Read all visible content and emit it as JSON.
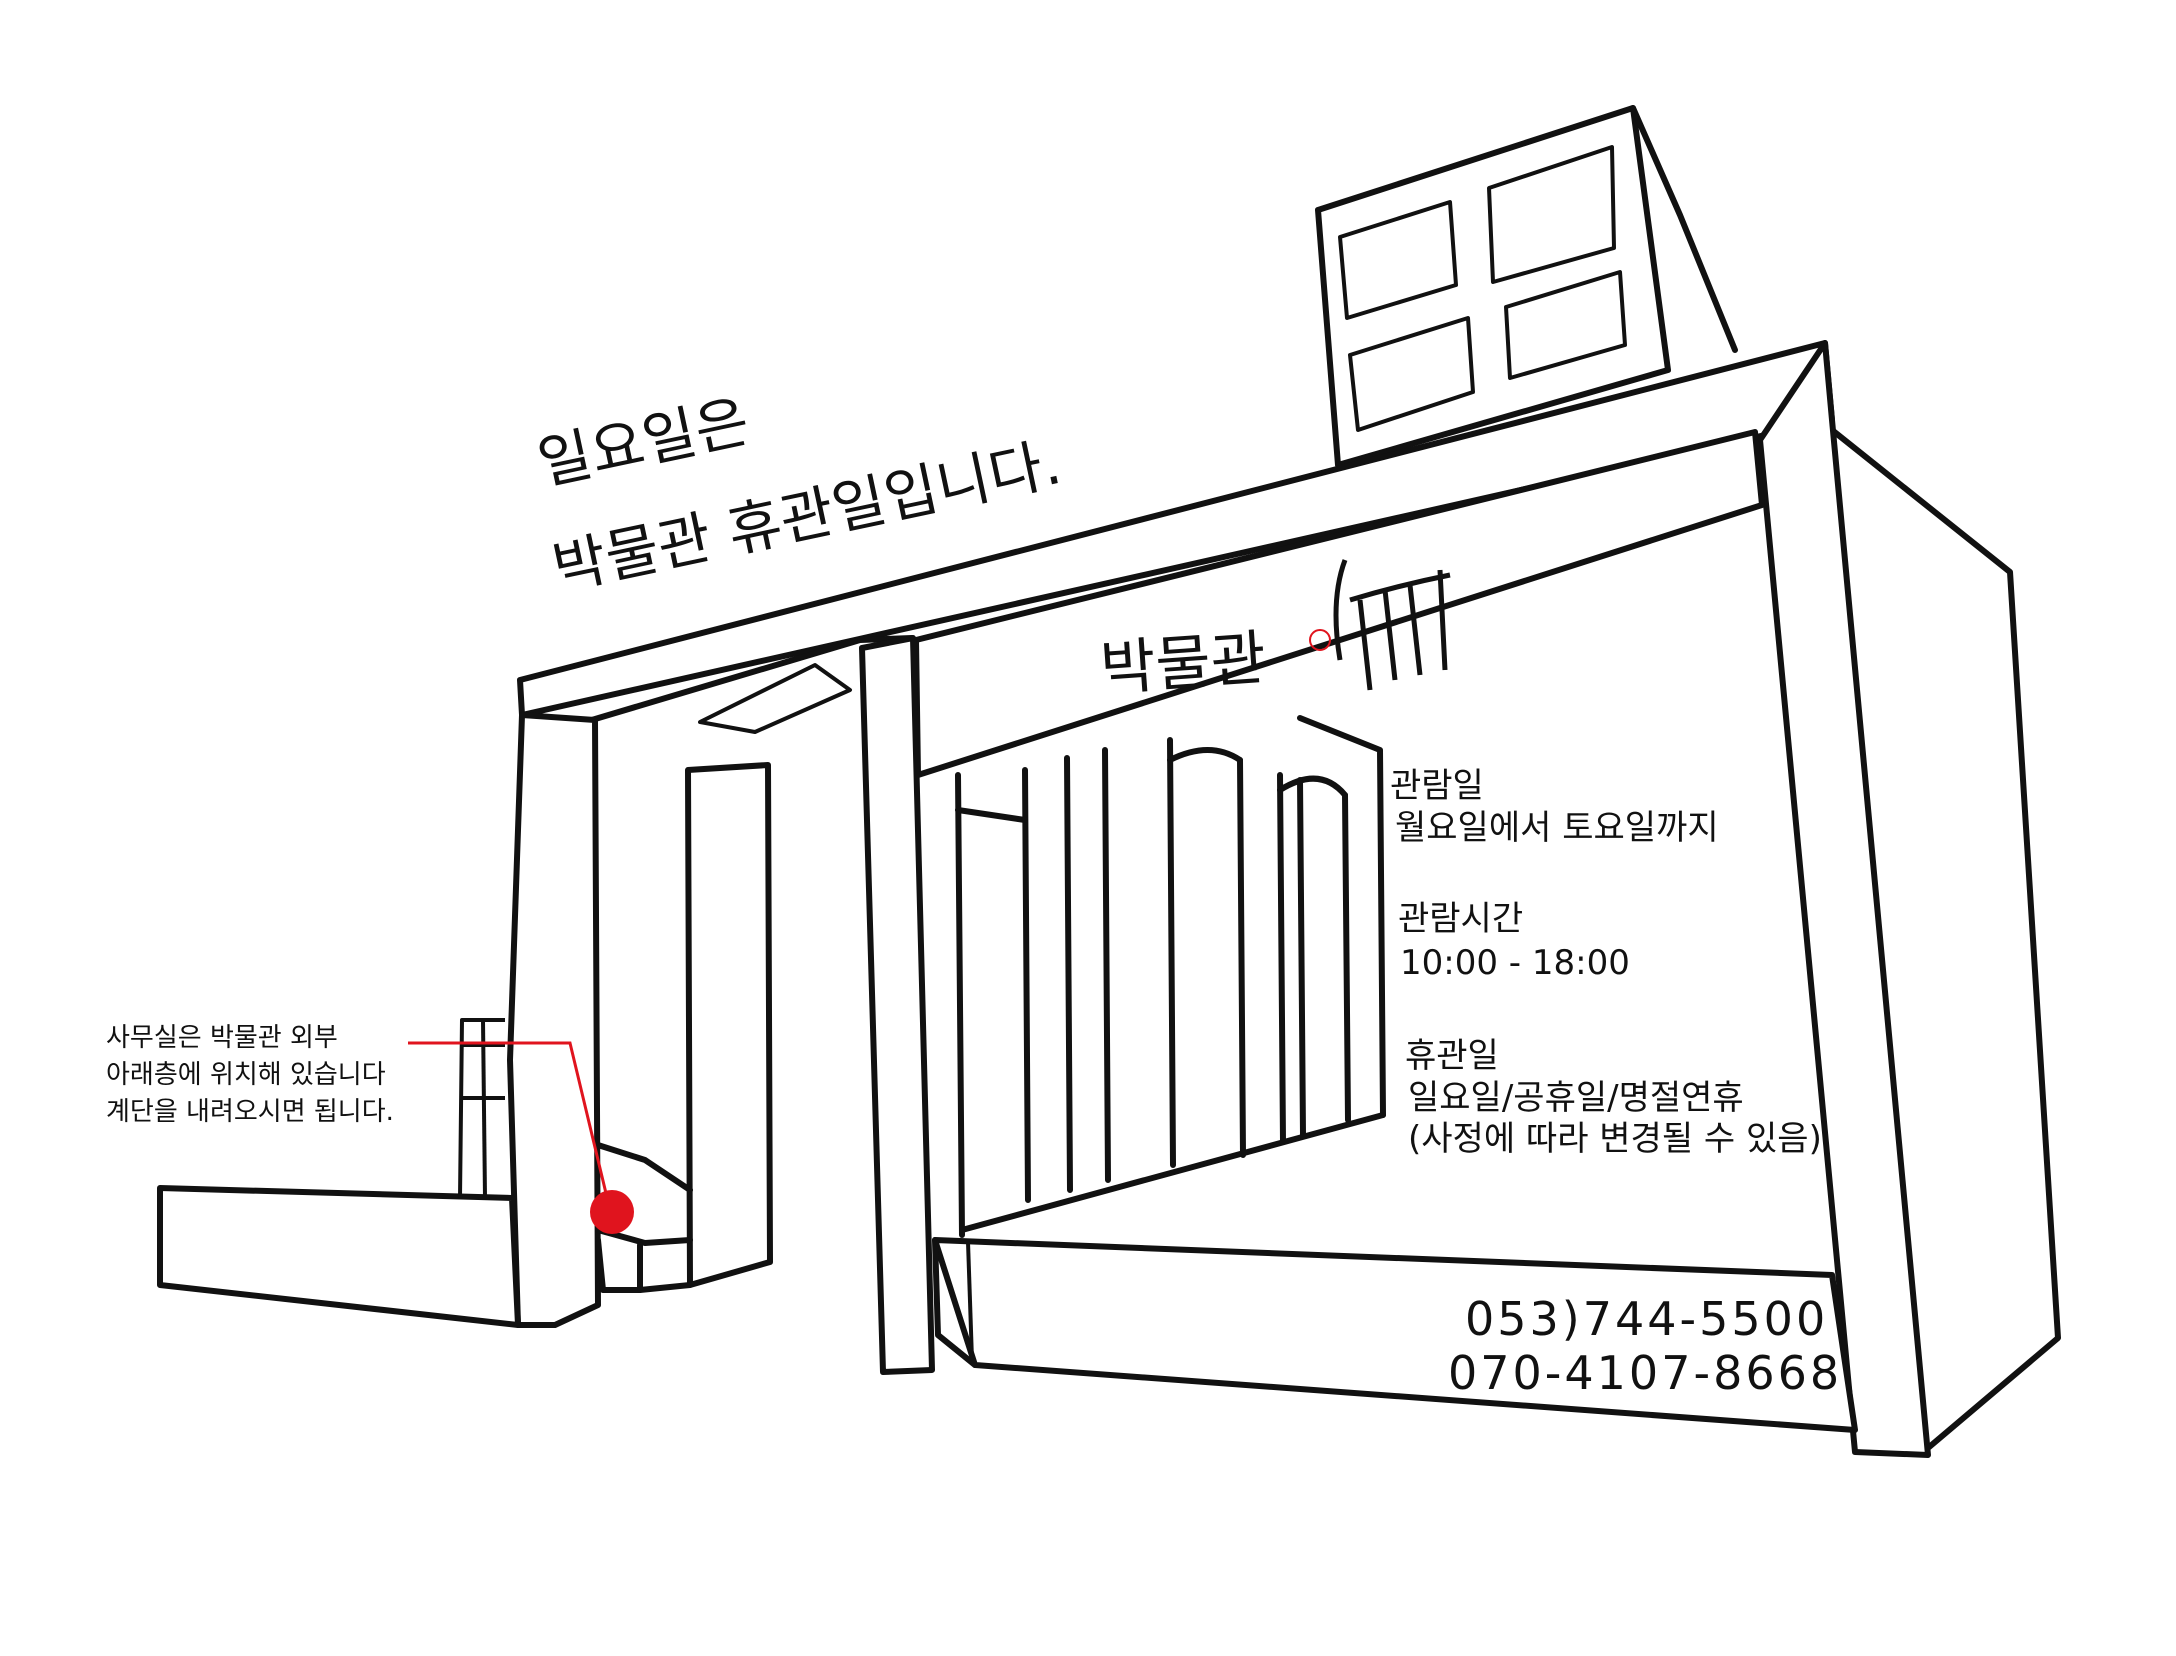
{
  "headline": {
    "line1": "일요일은",
    "line2": "박물관 휴관일입니다."
  },
  "sign": {
    "text": "박물관"
  },
  "hours": {
    "days_label": "관람일",
    "days_value": "월요일에서 토요일까지",
    "time_label": "관람시간",
    "time_value": "10:00 - 18:00",
    "closed_label": "휴관일",
    "closed_value": "일요일/공휴일/명절연휴",
    "closed_note": "(사정에 따라 변경될 수 있음)"
  },
  "contact": {
    "phone1": "053)744-5500",
    "phone2": "070-4107-8668"
  },
  "office_note": {
    "line1": "사무실은 박물관 외부",
    "line2": "아래층에 위치해 있습니다",
    "line3": "계단을 내려오시면 됩니다."
  },
  "colors": {
    "marker": "#e0141e",
    "line": "#111111"
  }
}
